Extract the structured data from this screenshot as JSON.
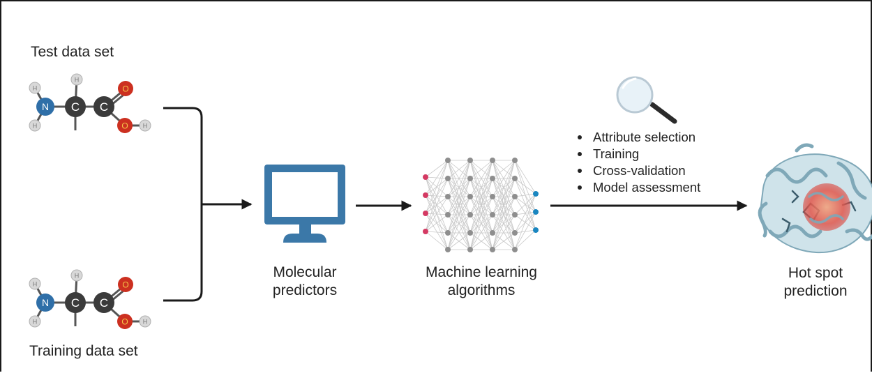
{
  "inputs": {
    "test_label": "Test data set",
    "training_label": "Training data set"
  },
  "molecule": {
    "nitrogen": "N",
    "carbon": "C",
    "oxygen": "O",
    "hydrogen": "H"
  },
  "stages": {
    "molecular_line1": "Molecular",
    "molecular_line2": "predictors",
    "ml_line1": "Machine learning",
    "ml_line2": "algorithms",
    "hotspot_line1": "Hot spot",
    "hotspot_line2": "prediction"
  },
  "steps": [
    "Attribute selection",
    "Training",
    "Cross-validation",
    "Model assessment"
  ],
  "colors": {
    "nitrogen": "#2f6fa8",
    "carbon": "#3b3b3b",
    "oxygen": "#cc3020",
    "hydrogen": "#d8d8d8",
    "monitor": "#3b78a8",
    "nn_input": "#d43a63",
    "nn_hidden": "#8e8e8e",
    "nn_output": "#1a86c0",
    "protein": "#9cc3d4",
    "hotspot": "#e2574c",
    "arrow": "#1a1a1a"
  },
  "icons": [
    "amino-acid-molecule-icon",
    "computer-monitor-icon",
    "neural-network-icon",
    "magnifier-icon",
    "protein-structure-icon"
  ]
}
